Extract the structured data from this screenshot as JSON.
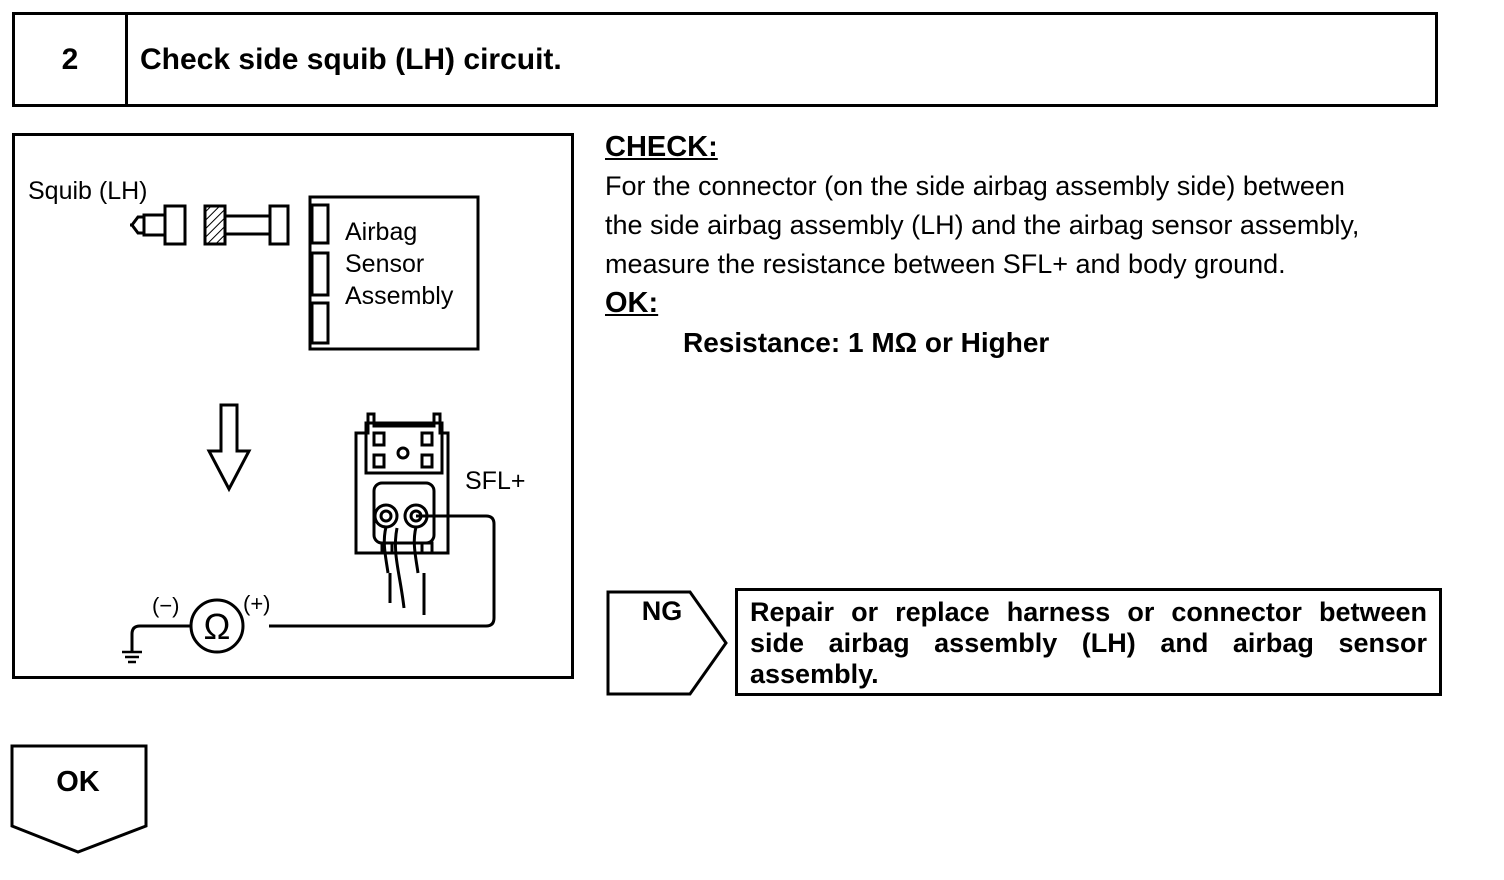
{
  "step": {
    "number": "2",
    "title": "Check side squib (LH) circuit."
  },
  "diagram": {
    "squib_label": "Squib (LH)",
    "sensor_label_line1": "Airbag",
    "sensor_label_line2": "Sensor",
    "sensor_label_line3": "Assembly",
    "terminal_label": "SFL+",
    "meter_neg_label": "(−)",
    "meter_pos_label": "(+)",
    "meter_symbol": "Ω"
  },
  "check": {
    "heading": "CHECK:",
    "line1": "For the connector (on the side airbag assembly side) between",
    "line2": "the side airbag assembly (LH) and the airbag sensor assembly,",
    "line3": "measure the resistance between SFL+ and body ground.",
    "ok_heading": "OK:",
    "spec": "Resistance: 1 MΩ or Higher"
  },
  "ng": {
    "label": "NG",
    "text": "Repair or replace harness or connector between side airbag assembly (LH) and airbag sensor assembly."
  },
  "ok": {
    "label": "OK"
  }
}
